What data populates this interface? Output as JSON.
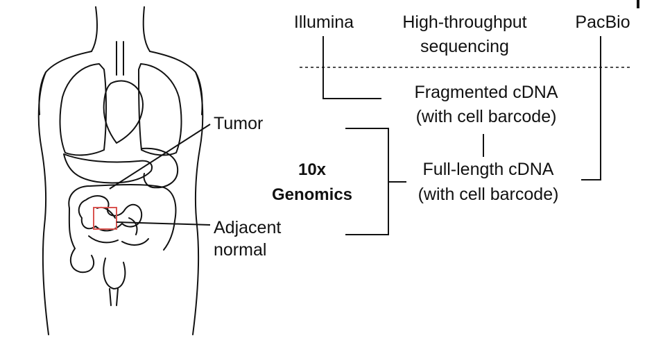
{
  "labels": {
    "illumina": "Illumina",
    "high_throughput_line1": "High-throughput",
    "high_throughput_line2": "sequencing",
    "pacbio": "PacBio",
    "fragmented_line1": "Fragmented cDNA",
    "fragmented_line2": "(with cell barcode)",
    "full_length_line1": "Full-length cDNA",
    "full_length_line2": "(with cell barcode)",
    "tenx_line1": "10x",
    "tenx_line2": "Genomics",
    "tumor": "Tumor",
    "adjacent_line1": "Adjacent",
    "adjacent_line2": "normal"
  },
  "colors": {
    "ink": "#111111",
    "highlight_box": "#d9534f"
  }
}
